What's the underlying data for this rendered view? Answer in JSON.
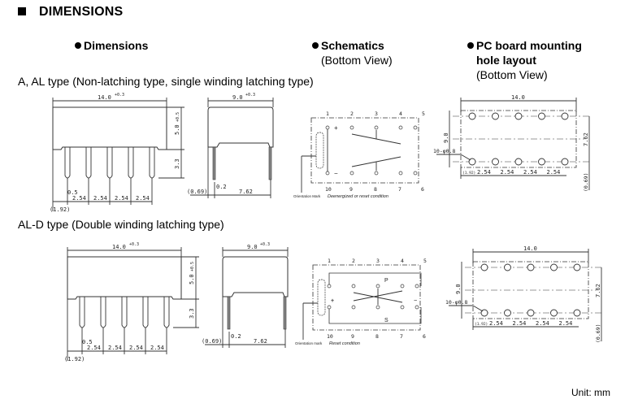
{
  "title": "DIMENSIONS",
  "columns": {
    "dimensions": "Dimensions",
    "schematics": "Schematics",
    "schematics_sub": "(Bottom View)",
    "pcb_line1": "PC board mounting",
    "pcb_line2": "hole layout",
    "pcb_sub": "(Bottom View)"
  },
  "sections": [
    {
      "label": "A, AL type (Non-latching type, single winding latching type)",
      "front": {
        "width": "14.0",
        "width_tol": "+0.3",
        "height": "5.0",
        "height_tol": "+0.5",
        "pin_len": "3.3",
        "pin_w": "0.5",
        "pitch": [
          "2.54",
          "2.54",
          "2.54",
          "2.54"
        ],
        "offset": "(1.92)"
      },
      "side": {
        "width": "9.0",
        "width_tol": "+0.3",
        "pin_t": "0.2",
        "row": "7.62",
        "offset": "(0.69)"
      },
      "schematic": {
        "top_pins": [
          "1",
          "2",
          "3",
          "4",
          "5"
        ],
        "bottom_pins": [
          "10",
          "9",
          "8",
          "7",
          "6"
        ],
        "plus": "+",
        "minus": "−",
        "orientation": "Orientation Mark",
        "caption": "Deenergized or reset condition"
      },
      "pcb": {
        "width": "14.0",
        "height": "9.0",
        "row": "7.62",
        "holes": "10-φ0.8",
        "pitch": [
          "2.54",
          "2.54",
          "2.54",
          "2.54"
        ],
        "offset_x": "(1.92)",
        "offset_y": "(0.69)"
      }
    },
    {
      "label": "AL-D type (Double winding latching type)",
      "front": {
        "width": "14.0",
        "width_tol": "+0.3",
        "height": "5.0",
        "height_tol": "+0.5",
        "pin_len": "3.3",
        "pin_w": "0.5",
        "pitch": [
          "2.54",
          "2.54",
          "2.54",
          "2.54"
        ],
        "offset": "(1.92)"
      },
      "side": {
        "width": "9.0",
        "width_tol": "+0.3",
        "pin_t": "0.2",
        "row": "7.62",
        "offset": "(0.69)"
      },
      "schematic": {
        "top_pins": [
          "1",
          "2",
          "3",
          "4",
          "5"
        ],
        "bottom_pins": [
          "10",
          "9",
          "8",
          "7",
          "6"
        ],
        "p": "P",
        "s": "S",
        "plus": "+",
        "minus": "−",
        "orientation": "Orientation mark",
        "caption": "Reset condition"
      },
      "pcb": {
        "width": "14.0",
        "height": "9.0",
        "row": "7.62",
        "holes": "10-φ0.8",
        "pitch": [
          "2.54",
          "2.54",
          "2.54",
          "2.54"
        ],
        "offset_x": "(1.92)",
        "offset_y": "(0.69)"
      }
    }
  ],
  "unit": "Unit: mm"
}
